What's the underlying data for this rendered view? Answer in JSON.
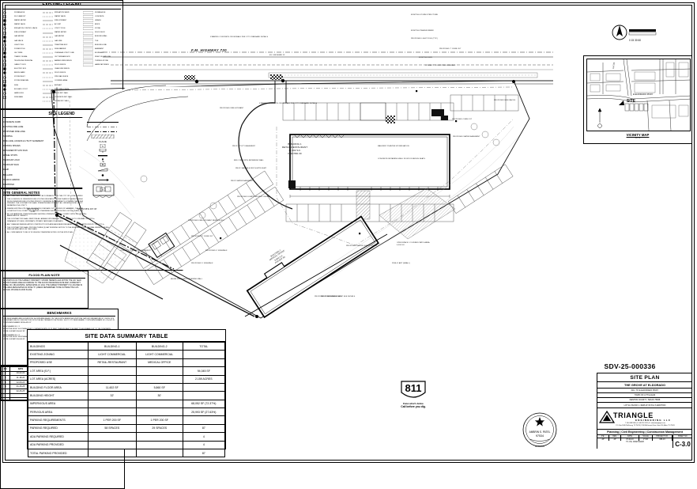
{
  "sheet": {
    "project_number": "SDV-25-000336",
    "sheet_number": "C-3.0",
    "drawing_title": "SITE PLAN",
    "project_name": "THE GROVE AT ELDORADO",
    "address": "ADJ. TO E ELDORADO PKWY",
    "city": "TOWN OF LITTLE ELM",
    "county": "DENTON COUNTY, TEXAS 75068",
    "legal": "LOT 2A, BLOCK 1, REPLAT OF B & S ADDITION",
    "firm_name": "TRIANGLE",
    "firm_suffix": "ENGINEERING LLC",
    "firm_address": "T: 940.368.5390 | F: 940.733.7071 | E: info@trianglepro.com",
    "firm_address2": "P.O. Box 1408, McKinney, TX 75070 | 1706 McDermott Drive, Suite 110, Allen, TX 75013",
    "services": "Planning  |  Civil Engineering  |  Construction Management",
    "grid_headers": [
      "P.E.",
      "DES.",
      "DATE",
      "SCALE",
      "PROJECT NO.",
      "SHEET NO."
    ],
    "grid_values": [
      "AP",
      "AP",
      "07-02-24",
      "1\"=30'",
      "084-24",
      ""
    ],
    "tx_reg": "TX. P.E. FIRM #11325",
    "seal_date": "02/28/2025"
  },
  "vicinity_map": {
    "caption": "VICINITY MAP",
    "scale": "N.T.S.",
    "site_label": "SITE",
    "roads": [
      "E ELDORADO PKWY",
      "FM 720",
      "MAIN ST",
      "WITT RD"
    ]
  },
  "site_data_table": {
    "title": "SITE DATA SUMMARY TABLE",
    "columns": [
      "BUILDINGS",
      "BUILDING-1",
      "BUILDING-2",
      "TOTAL"
    ],
    "rows": [
      {
        "label": "EXISTING ZONING",
        "b1": "LIGHT COMMERCIAL",
        "b2": "LIGHT COMMERCIAL",
        "total": ""
      },
      {
        "label": "PROPOSED USE",
        "b1": "RETAIL-RESTAURANT",
        "b2": "MEDICAL OFFICE",
        "total": ""
      },
      {
        "label": "LOT AREA (S.F.)",
        "b1": "",
        "b2": "",
        "total": "94,045 SF"
      },
      {
        "label": "LOT AREA (ACRES)",
        "b1": "",
        "b2": "",
        "total": "2.159 ACRES"
      },
      {
        "label": "BUILDING FLOOR AREA",
        "b1": "11,602 SF",
        "b2": "5,860 SF",
        "total": ""
      },
      {
        "label": "BUILDING HEIGHT",
        "b1": "32'",
        "b2": "30'",
        "total": ""
      },
      {
        "label": "IMPERVIOUS AREA",
        "b1": "",
        "b2": "",
        "total": "68,052 SF (72.37%)"
      },
      {
        "label": "PERVIOUS AREA",
        "b1": "",
        "b2": "",
        "total": "25,993 SF (27.63%)"
      },
      {
        "label": "PARKING REQUIREMENTS",
        "b1": "1 PER 200 SF",
        "b2": "1 PER 200 SF",
        "total": ""
      },
      {
        "label": "PARKING REQUIRED",
        "b1": "58 SPACES",
        "b2": "29 SPACES",
        "total": "87"
      },
      {
        "label": "ADA PARKING REQUIRED",
        "b1": "",
        "b2": "",
        "total": "4"
      },
      {
        "label": "ADA PARKING PROVIDED",
        "b1": "",
        "b2": "",
        "total": "4"
      },
      {
        "label": "TOTAL PARKING PROVIDED",
        "b1": "",
        "b2": "",
        "total": "87"
      }
    ]
  },
  "site_general_notes": {
    "title": "SITE GENERAL NOTES",
    "items": [
      "ALL CONSTRUCTION SHALL BE IN STRICT ACCORDANCE WITH THE CITY OR LOCAL JURISDICTION STANDARDS.",
      "THE LOCATION OF UNDERGROUND UTILITIES INDICATED ON THE PLANS IS TAKEN FROM AS-BUILTS, UTILITY PLANS OR SURVEY. IT IS THE CONTRACTOR'S RESPONSIBILITY TO MAKE ARRANGEMENTS WITH THE OWNERS OF SUCH UNDERGROUND UTILITIES PRIOR TO WORKING IN THE AREA TO CONFIRM THEIR EXACT LOCATION AND TO DETERMINE WHETHER ANY ADDITIONAL UTILITIES OTHER THAN THOSE SHOWN ON THE PLANS MAY BE PRESENT. THE CONTRACTOR SHALL PRESERVE AND PROTECT ALL UNDERGROUND UTILITIES. IF EXISTING UNDERGROUND UTILITIES ARE DAMAGED, THE CONTRACTOR WILL BE RESPONSIBLE FOR THE COST OF REPAIRING THE UTILITY.",
      "WHERE EXISTING UTILITIES OR SERVICE LINES ARE CUT, BROKEN OR DAMAGED, THE CONTRACTOR SHALL REPLACE OR REPAIR THE UTILITIES OR SERVICE LINES WITH THE SAME TYPE OF ORIGINAL MATERIAL AND CONSTRUCTION, OR BETTER, UNLESS OTHERWISE SHOWN OR NOTED ON THE PLANS, AT HIS OWN COST AND EXPENSE. THE CONTRACTOR SHALL IMMEDIATELY NOTIFY THE ENGINEER OF ANY CONFLICTS WITH UTILITIES.",
      "ALL EXCAVATIONS, TRENCHING AND SHORING OPERATIONS SHALL COMPLY WITH THE REQUIREMENTS OF THE U.S. DEPARTMENT OF LABOR, OSHA, CONSTRUCTION SAFETY AND HEALTH REGULATIONS AND ANY AMENDMENTS THERETO.",
      "THE CONTRACTOR SHALL RESTORE ALL AREAS DISTURBED BY CONSTRUCTION TO ORIGINAL CONDITION OR BETTER. RESTORED AREAS INCLUDE, BUT ARE NOT LIMITED TO TRENCH BACKFILL, SIDE SLOPES, FENCES, DRAINAGE DITCHES, DRIVEWAYS, PRIVATE YARDS AND ROADWAYS.",
      "ANY CHANGES NEEDED AFTER CONSTRUCTION PLANS HAVE BEEN RELEASED, SHALL BE APPROVED BY THE CITY ENGINEER. THESE CHANGES MUST BE RECEIVED IN WRITING.",
      "THE CONTRACTOR SHALL PROVIDE THREE (3) DAY WORKING NOTICE TO THE ENGINEER PRIOR TO FINAL INSPECTION INDICATING ALL CONSTRUCTION WHICH DEVIATED FROM THE PLANS OR WAS CONSTRUCTED TO THE FIELD AS INDICATED ON THE PLANS.",
      "ALL CURB RADIUS TO BE 10' IF UNLESS OTHERWISE NOTED ON THE SITE PLAN."
    ]
  },
  "flood_plain_note": {
    "title": "FLOOD PLAIN NOTE",
    "text": "NO PORTION OF THE SUBJECT PROPERTY SHOWN HEREON LIES WITHIN THE 100 YEAR FLOOD HAZARD AREA ACCORDING TO THE FLOOD INSURANCE RATE MAP, COMMUNITY PANEL NO. 48121C0525G, DATED APRIL 18, 2011. THE SUBJECT PROPERTY IS LOCATED IN THE AREA DESIGNATED AS ZONE \"X\" (AREAS DETERMINED TO BE OUTSIDE THE 0.2% ANNUAL CHANCE FLOOD PLAIN)."
  },
  "benchmarks": {
    "title": "BENCHMARKS",
    "paragraphs": [
      "THE BENCHMARK AND ELEVATIONS SHOWN ARE BASED ON THE NORTH AMERICAN VERTICAL DATUM 1988(NAVD88) BY USING GPS OBSERVATIONS IN CONJUNCTION WITH THE ALLTERRA RTK NETWORK. SHOT CITY BENCHMARK. TOWN BENCHMARK NO. 81=542.76. TOWN BENCHMARK NO80=555.37",
      "BENCHMARK NO #1\nFROM THE MOST SOUTHEASTERLY CORNER NORTH 12.73 FEET THENCE EAST 2.50 FEET TO A SQUARE CUT \"X\" ON CONCRETE CURB. ELEVATION=547.89'",
      "BENCHMARK NO #2\nFROM THE MOST NORTHEASTERLY CORNER SOUTH 26.70 FEET THENCE WEST 44.19 FEET TO A SQUARE CUT \"X\" ON CONCRETE CURB. ELEVATION=546.35'"
    ]
  },
  "existing_legend": {
    "title": "EXISTING LEGEND",
    "col1": [
      "SS MANHOLE",
      "SS CLEANOUT",
      "WATER METER",
      "WATER VALVE",
      "IRRIGATION CONTROL VALVE",
      "FIRE HYDRANT",
      "GAS METER",
      "GAS VALVE",
      "LIGHT POLE",
      "POWER POLE",
      "GUY WIRE",
      "TRAFFIC SIGNAL",
      "TELEPHONE PEDESTAL",
      "CABLE TV BOX",
      "ELECTRIC BOX",
      "BENCH MARK",
      "STORM INLET",
      "STORM DRAIN MH",
      "SIGN",
      "BOLLARD / POST",
      "HAND HOLE",
      "SIGN BASE"
    ],
    "col2": [
      "IRRIGATION VALVE",
      "WATER VALVE",
      "FIRE HYDRANT",
      "AC UNIT",
      "UTILITY POLE",
      "WATER METER",
      "GAS METER",
      "GAS LINE",
      "TREE/TREE BOX",
      "SIGN MARKER",
      "OVERHEAD UTILITY LINE",
      "OUT WIRE/ANCHOR",
      "BARBED WIRE FENCE",
      "WOOD FENCE",
      "CHAIN LINK FENCE",
      "WOOD FENCE",
      "PIPE RAIL FENCE",
      "COVERED AREA",
      "ASPHALT",
      "FIRE LANE STRIPE",
      "BRICK RET. WALL",
      "CONCRETE RET. WALL",
      "STONE RET. WALL"
    ],
    "col3": [
      "SS MANHOLE",
      "CONCRETE",
      "GRAVEL",
      "BRICK",
      "STONE",
      "WOOD DECK",
      "BUILDING WALL",
      "TILE",
      "BUILDING LINE",
      "EASEMENT",
      "BOUNDARY",
      "RIGHT-OF-WAY LINE",
      "TURNING STONE",
      "HANDICAP SPACE"
    ]
  },
  "site_legend": {
    "title": "SITE LEGEND",
    "items": [
      {
        "name": "CONCRETE CURB",
        "sym": "line-solid"
      },
      {
        "name": "EXISTING FIRE LANE",
        "sym": "line-dash"
      },
      {
        "name": "PROPOSED FIRE LANE",
        "sym": "line-dash2"
      },
      {
        "name": "STRIPING",
        "sym": "hatch"
      },
      {
        "name": "FIRE LANE, ACCESS & UTILITY EASEMENT",
        "sym": "FLAUE"
      },
      {
        "name": "PARKING SPACES",
        "sym": "box-num"
      },
      {
        "name": "MONUMENT/PYLON SIGN",
        "sym": "sign"
      },
      {
        "name": "WHEEL STOPS",
        "sym": "stop"
      },
      {
        "name": "HANDICAP LOGO",
        "sym": "hc"
      },
      {
        "name": "HANDICAP SIGN",
        "sym": "hcsign"
      },
      {
        "name": "RAMP",
        "sym": "ramp"
      },
      {
        "name": "BOLLARD",
        "sym": "bollard"
      },
      {
        "name": "TRAFFIC ARROW",
        "sym": "arrow"
      },
      {
        "name": "DUMPSTER",
        "sym": "dumpster"
      },
      {
        "name": "TRANSFORMER",
        "sym": "xfmr"
      }
    ]
  },
  "revisions": {
    "headers": [
      "NO.",
      "DATE",
      "DESCRIPTION",
      "BY"
    ],
    "rows": [
      {
        "no": "1",
        "date": "10-22-24",
        "desc": "1st CITY SUBMITTAL",
        "by": "AP"
      },
      {
        "no": "2",
        "date": "11-18-24",
        "desc": "REVISED PER CITY COMMENTS",
        "by": "AP"
      },
      {
        "no": "3",
        "date": "12-09-24",
        "desc": "REVISED PER CITY COMMENTS",
        "by": "AP"
      },
      {
        "no": "4",
        "date": "01-15-25",
        "desc": "SDV SUBMITTAL",
        "by": "AP"
      },
      {
        "no": "5",
        "date": "02-26-25",
        "desc": "REVISED CITY SUBMITTAL",
        "by": "AP"
      }
    ]
  },
  "call_811": {
    "number": "811",
    "line1": "Know what's below.",
    "line2": "Call before you dig."
  },
  "seal": {
    "name": "AMBRIN S. PATEL",
    "license": "97534",
    "state": "TEXAS",
    "date": "02/28/2025"
  },
  "plan_labels": {
    "highway": "F.M. HIGHWAY 720",
    "north_bearing": "N41°37'12\"E\n4.62'",
    "south_bearing": "S88°22'48\"E  307.30'",
    "diag_bearing": "S04°16'21\"W  320.46'",
    "building1": "BUILDING 1\nRETAIL-RESTAURANT\n11,602 S.F.\nFFE=560.30",
    "building2": "BUILDING 2\nMEDICAL OFFICE\n5,860 S.F.\nFFE=557.90",
    "callouts": [
      "EXISTING STORM STRUCTURE",
      "EXISTING TRANSFORMER",
      "PROPOSED LIGHT POLE (TYP.)",
      "PROPOSED 7' CURB CUT",
      "EXISTING SIGN",
      "CONNECT TO EXISTING SIDEWALK",
      "STAMPED CONCRETE CROSSWALK PER CITY STANDARD DETAILS",
      "EX. DRIVEWAY 25'",
      "PROPOSED FIRE HYDRANT",
      "STAMPED CONCRETE CROSSWALK PER CITY STANDARD DETAILS",
      "PROPOSED BIKE RACKS",
      "PROPOSED CURB CUT",
      "PROPOSED WATER EASEMENT",
      "PROP. UTILITY EASEMENT",
      "PROP. VARIABLE WIDTH WTR ESMT",
      "MASONRY PLANTER W/ IRRIGATION",
      "CONCRETE RETAINING WALL W/ WOOD BENCH SEATS",
      "END CURB WITH RETAINING WALL",
      "PROP. WATER EASEMENT",
      "PROPOSED DUMPSTER ENCLOSURE",
      "PROPOSED FIRE HYDRANT REMOTE FDC",
      "PROPOSED 7' CURB CUT",
      "PROPOSED 6' SIDEWALK",
      "PROPOSED WATER QUALITY POND",
      "PROPOSED 3' RETAINING WALL",
      "OPEN SPACE / COVERED PATIO AREA 4,500 S.F.",
      "PUBLIC ART (SMALL)",
      "PROPOSED WHEEL STOP SEE DETAILS",
      "BEGIN PROPOSED RETAINING WALL",
      "END RETAINING WALL",
      "CONNECT TO EXISTING PAVEMENT",
      "PROPOSED 5' SIDEWALK",
      "PROP. WATER EASEMENT"
    ]
  }
}
